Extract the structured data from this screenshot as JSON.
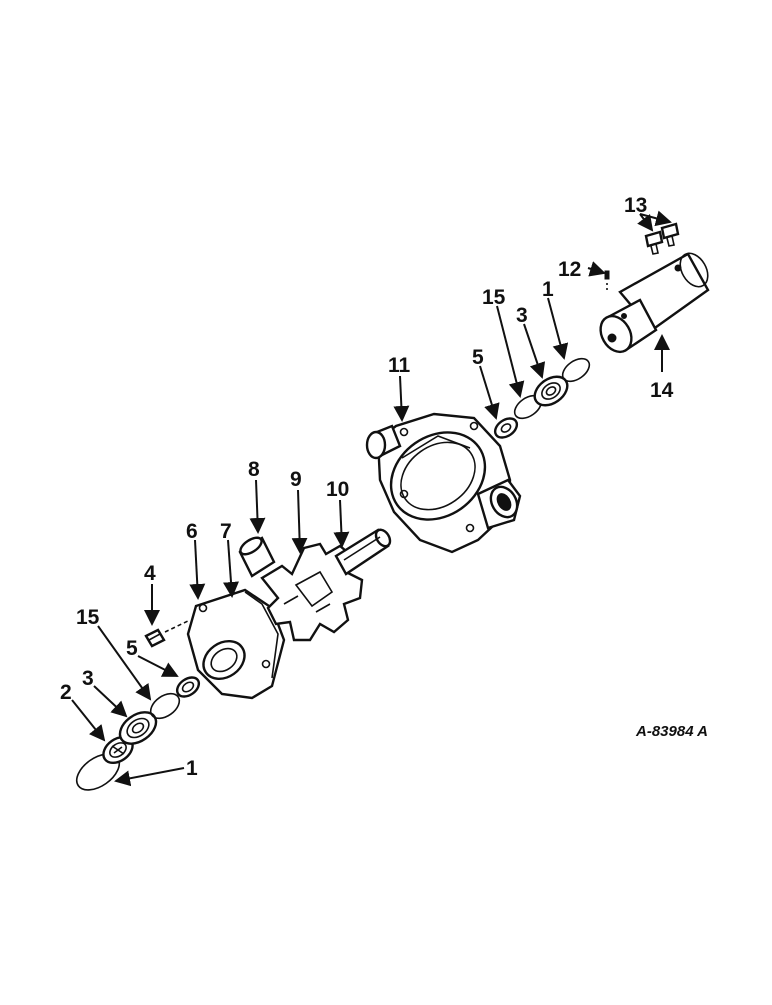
{
  "diagram": {
    "reference": "A-83984 A",
    "callouts": {
      "c1_bottom": "1",
      "c2": "2",
      "c3_left": "3",
      "c15_left": "15",
      "c5_left": "5",
      "c4": "4",
      "c6": "6",
      "c7": "7",
      "c8": "8",
      "c9": "9",
      "c10": "10",
      "c11": "11",
      "c5_right": "5",
      "c15_right": "15",
      "c3_right": "3",
      "c1_right": "1",
      "c12": "12",
      "c13": "13",
      "c14": "14"
    }
  }
}
